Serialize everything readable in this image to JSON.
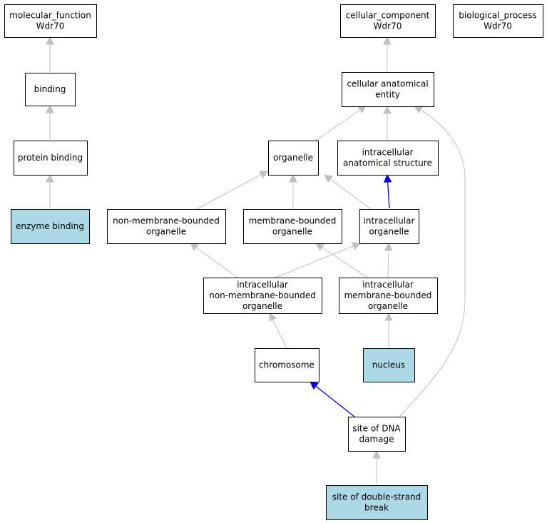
{
  "colors": {
    "node_fill": "#ffffff",
    "node_highlight_fill": "#add8e6",
    "edge_gray": "#c0c0c0",
    "edge_blue": "#0000ee"
  },
  "nodes": {
    "molecular_function": {
      "lines": [
        "molecular_function",
        "Wdr70"
      ],
      "highlight": false
    },
    "cellular_component": {
      "lines": [
        "cellular_component",
        "Wdr70"
      ],
      "highlight": false
    },
    "biological_process": {
      "lines": [
        "biological_process",
        "Wdr70"
      ],
      "highlight": false
    },
    "binding": {
      "lines": [
        "binding"
      ],
      "highlight": false
    },
    "protein_binding": {
      "lines": [
        "protein binding"
      ],
      "highlight": false
    },
    "enzyme_binding": {
      "lines": [
        "enzyme binding"
      ],
      "highlight": true
    },
    "cellular_anatomical_entity": {
      "lines": [
        "cellular anatomical",
        "entity"
      ],
      "highlight": false
    },
    "organelle": {
      "lines": [
        "organelle"
      ],
      "highlight": false
    },
    "intracellular_anatomical_structure": {
      "lines": [
        "intracellular",
        "anatomical structure"
      ],
      "highlight": false
    },
    "non_membrane_bounded_organelle": {
      "lines": [
        "non-membrane-bounded",
        "organelle"
      ],
      "highlight": false
    },
    "membrane_bounded_organelle": {
      "lines": [
        "membrane-bounded",
        "organelle"
      ],
      "highlight": false
    },
    "intracellular_organelle": {
      "lines": [
        "intracellular",
        "organelle"
      ],
      "highlight": false
    },
    "intracellular_non_membrane_bounded_organelle": {
      "lines": [
        "intracellular",
        "non-membrane-bounded",
        "organelle"
      ],
      "highlight": false
    },
    "intracellular_membrane_bounded_organelle": {
      "lines": [
        "intracellular",
        "membrane-bounded",
        "organelle"
      ],
      "highlight": false
    },
    "chromosome": {
      "lines": [
        "chromosome"
      ],
      "highlight": false
    },
    "nucleus": {
      "lines": [
        "nucleus"
      ],
      "highlight": true
    },
    "site_of_dna_damage": {
      "lines": [
        "site of DNA",
        "damage"
      ],
      "highlight": false
    },
    "site_of_double_strand_break": {
      "lines": [
        "site of double-strand",
        "break"
      ],
      "highlight": true
    }
  },
  "edges": [
    {
      "from": "binding",
      "to": "molecular_function",
      "kind": "is_a"
    },
    {
      "from": "protein_binding",
      "to": "binding",
      "kind": "is_a"
    },
    {
      "from": "enzyme_binding",
      "to": "protein_binding",
      "kind": "is_a"
    },
    {
      "from": "cellular_anatomical_entity",
      "to": "cellular_component",
      "kind": "is_a"
    },
    {
      "from": "organelle",
      "to": "cellular_anatomical_entity",
      "kind": "is_a"
    },
    {
      "from": "intracellular_anatomical_structure",
      "to": "cellular_anatomical_entity",
      "kind": "is_a"
    },
    {
      "from": "site_of_dna_damage",
      "to": "cellular_anatomical_entity",
      "kind": "is_a"
    },
    {
      "from": "non_membrane_bounded_organelle",
      "to": "organelle",
      "kind": "is_a"
    },
    {
      "from": "membrane_bounded_organelle",
      "to": "organelle",
      "kind": "is_a"
    },
    {
      "from": "intracellular_organelle",
      "to": "organelle",
      "kind": "is_a"
    },
    {
      "from": "intracellular_organelle",
      "to": "intracellular_anatomical_structure",
      "kind": "part_of"
    },
    {
      "from": "intracellular_non_membrane_bounded_organelle",
      "to": "non_membrane_bounded_organelle",
      "kind": "is_a"
    },
    {
      "from": "intracellular_non_membrane_bounded_organelle",
      "to": "intracellular_organelle",
      "kind": "is_a"
    },
    {
      "from": "intracellular_membrane_bounded_organelle",
      "to": "membrane_bounded_organelle",
      "kind": "is_a"
    },
    {
      "from": "intracellular_membrane_bounded_organelle",
      "to": "intracellular_organelle",
      "kind": "is_a"
    },
    {
      "from": "chromosome",
      "to": "intracellular_non_membrane_bounded_organelle",
      "kind": "is_a"
    },
    {
      "from": "nucleus",
      "to": "intracellular_membrane_bounded_organelle",
      "kind": "is_a"
    },
    {
      "from": "site_of_dna_damage",
      "to": "chromosome",
      "kind": "part_of"
    },
    {
      "from": "site_of_double_strand_break",
      "to": "site_of_dna_damage",
      "kind": "is_a"
    }
  ]
}
